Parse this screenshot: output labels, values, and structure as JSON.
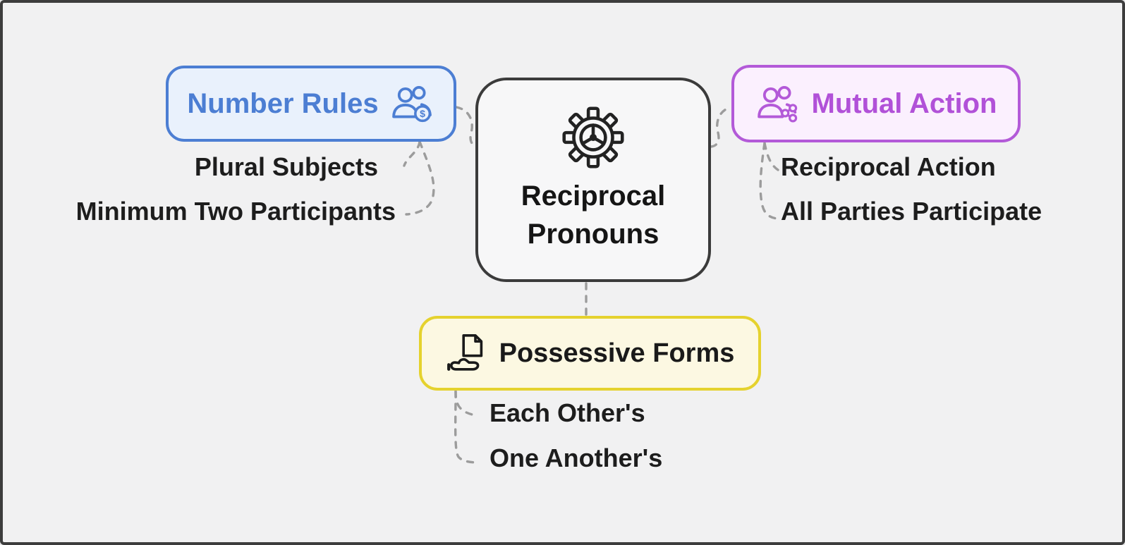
{
  "canvas": {
    "bg": "#f1f1f2",
    "frame_color": "#3d3d3d",
    "connector_color": "#9c9c9c"
  },
  "center": {
    "title": "Reciprocal\nPronouns",
    "icon": "gear-icon",
    "border_color": "#3b3b3b",
    "bg": "#f7f7f8"
  },
  "branches": [
    {
      "label": "Number Rules",
      "icon": "users-dollar-icon",
      "badge": "$",
      "accent": "#4c7ed3",
      "bg": "#e9f1fc",
      "children": [
        "Plural Subjects",
        "Minimum Two Participants"
      ]
    },
    {
      "label": "Mutual Action",
      "icon": "users-network-icon",
      "accent": "#b35ad8",
      "bg": "#fbf0fe",
      "children": [
        "Reciprocal Action",
        "All Parties Participate"
      ]
    },
    {
      "label": "Possessive Forms",
      "icon": "hand-document-icon",
      "accent": "#e5d22e",
      "text_color": "#1a1a1a",
      "bg": "#fcf8e2",
      "children": [
        "Each Other's",
        "One Another's"
      ]
    }
  ]
}
